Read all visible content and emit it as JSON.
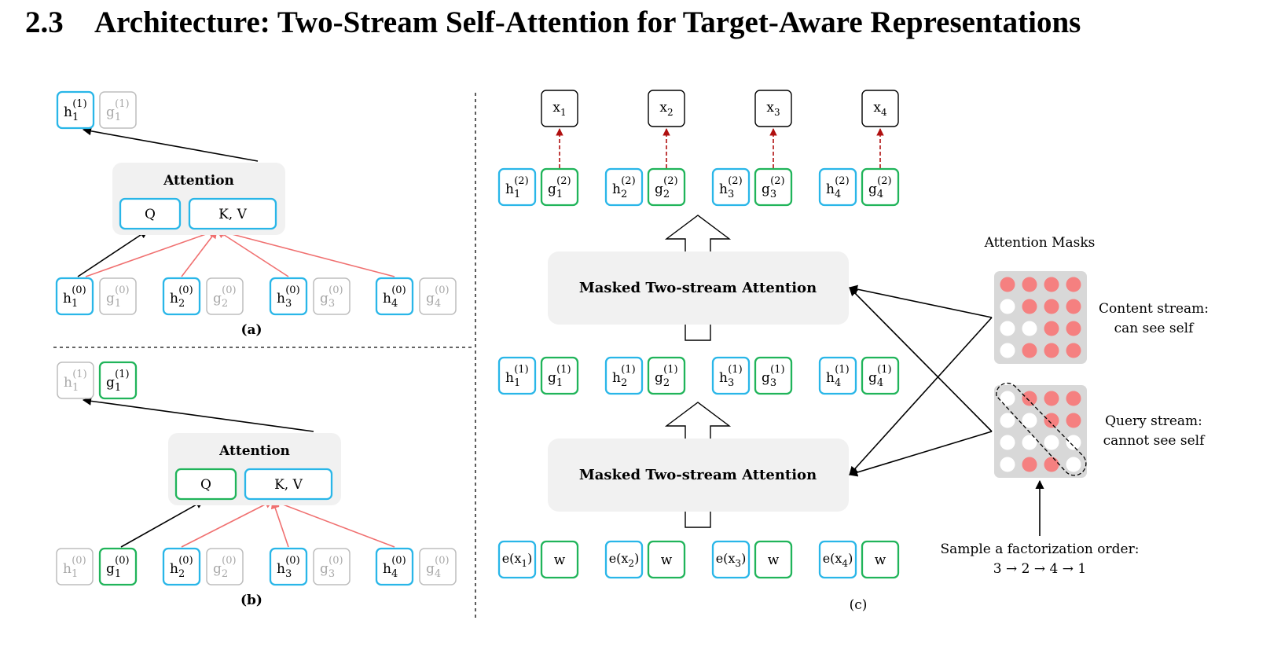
{
  "section": {
    "number": "2.3",
    "title": "Architecture: Two-Stream Self-Attention for Target-Aware Representations"
  },
  "colors": {
    "content_stream": "#29b6e8",
    "query_stream": "#20b45a",
    "attention_edge": "#f07070",
    "prediction_edge": "#b01010",
    "mask_visible": "#f58080",
    "box_fill": "#f1f1f1",
    "faint": "#bdbdbd"
  },
  "panel_a": {
    "caption": "(a)",
    "attention_label": "Attention",
    "query_label": "Q",
    "kv_label": "K, V",
    "output": {
      "h": [
        "h",
        "1",
        "(1)"
      ],
      "g": [
        "g",
        "1",
        "(1)"
      ]
    },
    "inputs": [
      {
        "h": [
          "h",
          "1",
          "(0)"
        ],
        "g": [
          "g",
          "1",
          "(0)"
        ]
      },
      {
        "h": [
          "h",
          "2",
          "(0)"
        ],
        "g": [
          "g",
          "2",
          "(0)"
        ]
      },
      {
        "h": [
          "h",
          "3",
          "(0)"
        ],
        "g": [
          "g",
          "3",
          "(0)"
        ]
      },
      {
        "h": [
          "h",
          "4",
          "(0)"
        ],
        "g": [
          "g",
          "4",
          "(0)"
        ]
      }
    ]
  },
  "panel_b": {
    "caption": "(b)",
    "attention_label": "Attention",
    "query_label": "Q",
    "kv_label": "K, V",
    "output": {
      "h": [
        "h",
        "1",
        "(1)"
      ],
      "g": [
        "g",
        "1",
        "(1)"
      ]
    },
    "inputs": [
      {
        "h": [
          "h",
          "1",
          "(0)"
        ],
        "g": [
          "g",
          "1",
          "(0)"
        ]
      },
      {
        "h": [
          "h",
          "2",
          "(0)"
        ],
        "g": [
          "g",
          "2",
          "(0)"
        ]
      },
      {
        "h": [
          "h",
          "3",
          "(0)"
        ],
        "g": [
          "g",
          "3",
          "(0)"
        ]
      },
      {
        "h": [
          "h",
          "4",
          "(0)"
        ],
        "g": [
          "g",
          "4",
          "(0)"
        ]
      }
    ]
  },
  "panel_c": {
    "caption": "(c)",
    "targets": [
      [
        "x",
        "1"
      ],
      [
        "x",
        "2"
      ],
      [
        "x",
        "3"
      ],
      [
        "x",
        "4"
      ]
    ],
    "layer2": [
      {
        "h": [
          "h",
          "1",
          "(2)"
        ],
        "g": [
          "g",
          "1",
          "(2)"
        ]
      },
      {
        "h": [
          "h",
          "2",
          "(2)"
        ],
        "g": [
          "g",
          "2",
          "(2)"
        ]
      },
      {
        "h": [
          "h",
          "3",
          "(2)"
        ],
        "g": [
          "g",
          "3",
          "(2)"
        ]
      },
      {
        "h": [
          "h",
          "4",
          "(2)"
        ],
        "g": [
          "g",
          "4",
          "(2)"
        ]
      }
    ],
    "layer1": [
      {
        "h": [
          "h",
          "1",
          "(1)"
        ],
        "g": [
          "g",
          "1",
          "(1)"
        ]
      },
      {
        "h": [
          "h",
          "2",
          "(1)"
        ],
        "g": [
          "g",
          "2",
          "(1)"
        ]
      },
      {
        "h": [
          "h",
          "3",
          "(1)"
        ],
        "g": [
          "g",
          "3",
          "(1)"
        ]
      },
      {
        "h": [
          "h",
          "4",
          "(1)"
        ],
        "g": [
          "g",
          "4",
          "(1)"
        ]
      }
    ],
    "inputs": [
      {
        "e": [
          "e(x",
          "1",
          ")"
        ],
        "w": "w"
      },
      {
        "e": [
          "e(x",
          "2",
          ")"
        ],
        "w": "w"
      },
      {
        "e": [
          "e(x",
          "3",
          ")"
        ],
        "w": "w"
      },
      {
        "e": [
          "e(x",
          "4",
          ")"
        ],
        "w": "w"
      }
    ],
    "layer_label": "Masked Two-stream Attention",
    "masks_title": "Attention Masks",
    "content_mask_label": [
      "Content stream:",
      "can see self"
    ],
    "query_mask_label": [
      "Query stream:",
      "cannot see self"
    ],
    "content_mask": [
      [
        1,
        1,
        1,
        1
      ],
      [
        0,
        1,
        1,
        1
      ],
      [
        0,
        0,
        1,
        1
      ],
      [
        0,
        1,
        1,
        1
      ]
    ],
    "query_mask": [
      [
        0,
        1,
        1,
        1
      ],
      [
        0,
        0,
        1,
        1
      ],
      [
        0,
        0,
        0,
        0
      ],
      [
        0,
        1,
        1,
        0
      ]
    ],
    "sample_label": "Sample a factorization order:",
    "sample_order": "3 → 2 → 4 → 1"
  }
}
